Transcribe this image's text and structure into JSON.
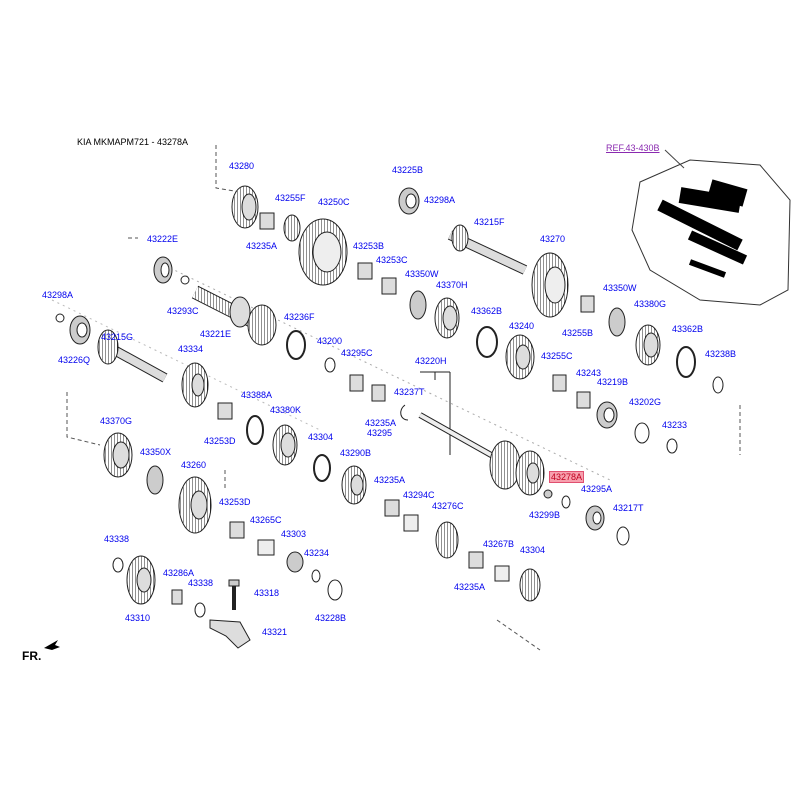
{
  "title": "KIA MKMAPM721 - 43278A",
  "reference": "REF.43-430B",
  "front_marker": "FR.",
  "highlighted_part": "43278A",
  "colors": {
    "label": "#0000ee",
    "highlight_bg": "#f7a0ae",
    "highlight_text": "#c00020",
    "reference": "#8a2ab0"
  },
  "labels": {
    "p43280": "43280",
    "p43255F": "43255F",
    "p43250C": "43250C",
    "p43235A_1": "43235A",
    "p43225B": "43225B",
    "p43298A_1": "43298A",
    "p43215F": "43215F",
    "p43270": "43270",
    "p43222E": "43222E",
    "p43253B": "43253B",
    "p43253C": "43253C",
    "p43350W_1": "43350W",
    "p43370H": "43370H",
    "p43350W_2": "43350W",
    "p43380G": "43380G",
    "p43298A_2": "43298A",
    "p43293C": "43293C",
    "p43221E": "43221E",
    "p43236F": "43236F",
    "p43362B_1": "43362B",
    "p43240": "43240",
    "p43255B": "43255B",
    "p43362B_2": "43362B",
    "p43215G": "43215G",
    "p43226Q": "43226Q",
    "p43334": "43334",
    "p43200": "43200",
    "p43295C": "43295C",
    "p43255C": "43255C",
    "p43238B": "43238B",
    "p43220H": "43220H",
    "p43243": "43243",
    "p43219B": "43219B",
    "p43237T": "43237T",
    "p43388A": "43388A",
    "p43380K": "43380K",
    "p43235A_2": "43235A",
    "p43295": "43295",
    "p43202G": "43202G",
    "p43370G": "43370G",
    "p43253D_1": "43253D",
    "p43304_1": "43304",
    "p43233": "43233",
    "p43350X": "43350X",
    "p43290B": "43290B",
    "p43260": "43260",
    "p43235A_3": "43235A",
    "p43278A": "43278A",
    "p43295A": "43295A",
    "p43294C": "43294C",
    "p43253D_2": "43253D",
    "p43299B": "43299B",
    "p43217T": "43217T",
    "p43276C": "43276C",
    "p43265C": "43265C",
    "p43338_1": "43338",
    "p43303": "43303",
    "p43267B": "43267B",
    "p43304_2": "43304",
    "p43234": "43234",
    "p43286A": "43286A",
    "p43338_2": "43338",
    "p43235A_4": "43235A",
    "p43318": "43318",
    "p43310": "43310",
    "p43228B": "43228B",
    "p43321": "43321"
  }
}
